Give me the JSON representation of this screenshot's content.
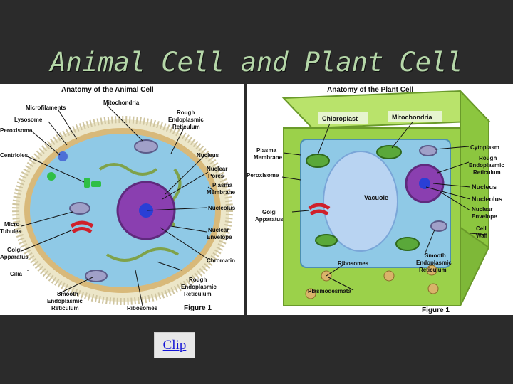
{
  "slide": {
    "title": "Animal Cell and Plant Cell"
  },
  "animal": {
    "title": "Anatomy of the Animal Cell",
    "figure": "Figure 1",
    "labels": {
      "microfilaments": "Microfilaments",
      "mitochondria": "Mitochondria",
      "lysosome": "Lysosome",
      "peroxisome": "Peroxisome",
      "rough_er_1": "Rough",
      "rough_er_2": "Endoplasmic",
      "rough_er_3": "Reticulum",
      "centrioles": "Centrioles",
      "nucleus": "Nucleus",
      "nuclear_pores_1": "Nuclear",
      "nuclear_pores_2": "Pores",
      "plasma_membrane_1": "Plasma",
      "plasma_membrane_2": "Membrane",
      "nucleolus": "Nucleolus",
      "micro_tubules_1": "Micro",
      "micro_tubules_2": "Tubules",
      "nuclear_envelope_1": "Nuclear",
      "nuclear_envelope_2": "Envelope",
      "golgi_1": "Golgi",
      "golgi_2": "Apparatus",
      "chromatin": "Chromatin",
      "cilia": "Cilia",
      "rough_er_b_1": "Rough",
      "rough_er_b_2": "Endoplasmic",
      "rough_er_b_3": "Reticulum",
      "smooth_er_1": "Smooth",
      "smooth_er_2": "Endoplasmic",
      "smooth_er_3": "Reticulum",
      "ribosomes": "Ribosomes"
    }
  },
  "plant": {
    "title": "Anatomy of the Plant Cell",
    "figure": "Figure 1",
    "labels": {
      "chloroplast": "Chloroplast",
      "mitochondria": "Mitochondria",
      "plasma_membrane_1": "Plasma",
      "plasma_membrane_2": "Membrane",
      "cytoplasm": "Cytoplasm",
      "rough_er_1": "Rough",
      "rough_er_2": "Endoplasmic",
      "rough_er_3": "Reticulum",
      "peroxisome": "Peroxisome",
      "vacuole": "Vacuole",
      "nucleus": "Nucleus",
      "nucleolus": "Nucleolus",
      "golgi_1": "Golgi",
      "golgi_2": "Apparatus",
      "nuclear_envelope_1": "Nuclear",
      "nuclear_envelope_2": "Envelope",
      "cell_wall_1": "Cell",
      "cell_wall_2": "Wall",
      "smooth_er_1": "Smooth",
      "smooth_er_2": "Endoplasmic",
      "smooth_er_3": "Reticulum",
      "ribosomes": "Ribosomes",
      "plasmodesmata": "Plasmodesmata"
    }
  },
  "clip": {
    "label": "Clip"
  },
  "colors": {
    "background": "#2b2b2b",
    "title": "#b5d7a8",
    "cytoplasm": "#8fc9e6",
    "nucleus": "#8a3fb0",
    "cell_wall": "#9bd14a",
    "vacuole": "#b9d4f2",
    "golgi": "#d0202a"
  }
}
